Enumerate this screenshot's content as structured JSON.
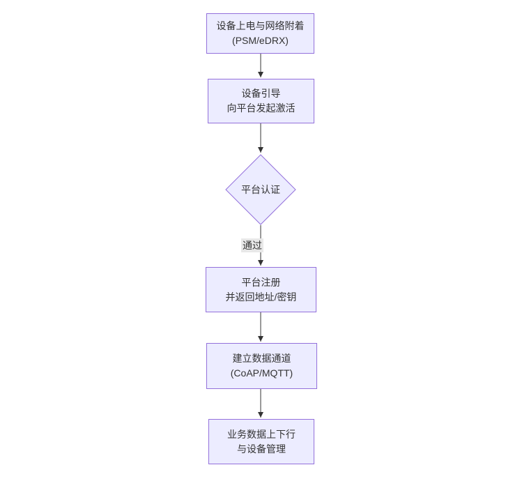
{
  "diagram": {
    "type": "flowchart",
    "direction": "top-down",
    "colors": {
      "background": "#ffffff",
      "node_fill": "#ececff",
      "node_border": "#9370db",
      "edge_color": "#333333",
      "edge_label_background": "#e8e8e8",
      "text_color": "#333333"
    },
    "nodes": [
      {
        "id": "power-attach",
        "shape": "rect",
        "lines": [
          "设备上电与网络附着",
          "(PSM/eDRX)"
        ]
      },
      {
        "id": "bootstrap",
        "shape": "rect",
        "lines": [
          "设备引导",
          "向平台发起激活"
        ]
      },
      {
        "id": "platform-auth",
        "shape": "diamond",
        "lines": [
          "平台认证"
        ]
      },
      {
        "id": "platform-register",
        "shape": "rect",
        "lines": [
          "平台注册",
          "并返回地址/密钥"
        ]
      },
      {
        "id": "data-channel",
        "shape": "rect",
        "lines": [
          "建立数据通道",
          "(CoAP/MQTT)"
        ]
      },
      {
        "id": "business-data",
        "shape": "rect",
        "lines": [
          "业务数据上下行",
          "与设备管理"
        ]
      }
    ],
    "edges": [
      {
        "from": "power-attach",
        "to": "bootstrap",
        "label": ""
      },
      {
        "from": "bootstrap",
        "to": "platform-auth",
        "label": ""
      },
      {
        "from": "platform-auth",
        "to": "platform-register",
        "label": "通过"
      },
      {
        "from": "platform-register",
        "to": "data-channel",
        "label": ""
      },
      {
        "from": "data-channel",
        "to": "business-data",
        "label": ""
      }
    ]
  }
}
